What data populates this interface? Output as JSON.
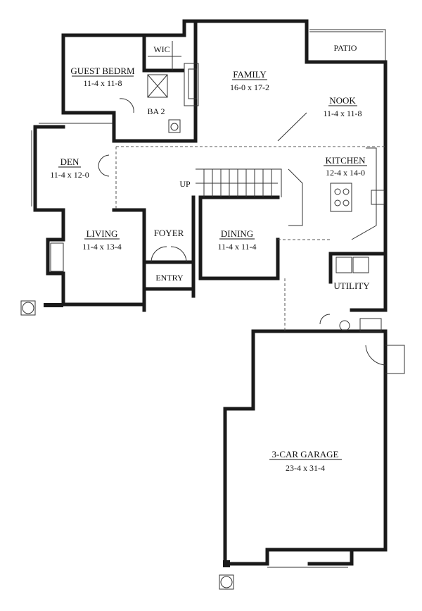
{
  "rooms": {
    "guest_bedroom": {
      "name": "GUEST BEDRM",
      "dims": "11-4 x 11-8"
    },
    "wic": {
      "name": "WIC"
    },
    "bath2": {
      "name": "BA 2"
    },
    "family": {
      "name": "FAMILY",
      "dims": "16-0 x 17-2"
    },
    "patio": {
      "name": "PATIO"
    },
    "nook": {
      "name": "NOOK",
      "dims": "11-4 x 11-8"
    },
    "den": {
      "name": "DEN",
      "dims": "11-4 x 12-0"
    },
    "kitchen": {
      "name": "KITCHEN",
      "dims": "12-4 x 14-0"
    },
    "stairs": {
      "name": "UP"
    },
    "living": {
      "name": "LIVING",
      "dims": "11-4 x 13-4"
    },
    "foyer": {
      "name": "FOYER"
    },
    "dining": {
      "name": "DINING",
      "dims": "11-4 x 11-4"
    },
    "entry": {
      "name": "ENTRY"
    },
    "utility": {
      "name": "UTILITY"
    },
    "garage": {
      "name": "3-CAR GARAGE",
      "dims": "23-4 x 31-4"
    }
  }
}
